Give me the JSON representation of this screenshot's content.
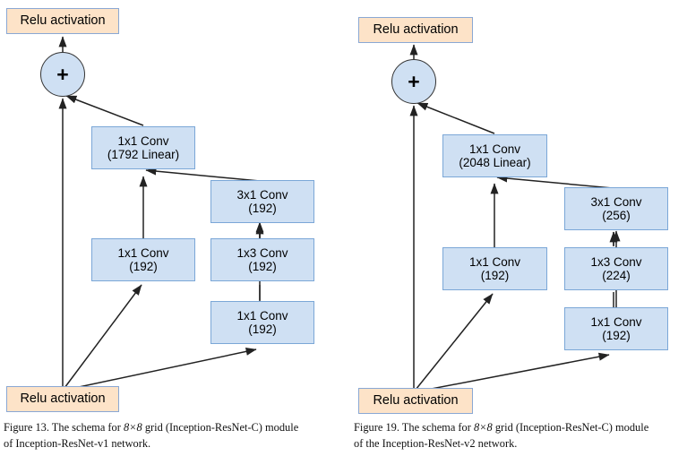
{
  "page": {
    "background": "#ffffff",
    "colors": {
      "conv_fill": "#cfe0f3",
      "conv_border": "#7ba7d7",
      "relu_fill": "#fde3c8",
      "relu_border": "#8aa8d4",
      "arrow": "#222222",
      "text": "#000000"
    }
  },
  "figures": [
    {
      "id": "figure-13",
      "nodes": {
        "relu_top": {
          "label": "Relu activation"
        },
        "sum": {
          "label": "+",
          "name": "residual-sum-circle"
        },
        "proj": {
          "line1": "1x1 Conv",
          "line2": "(1792 Linear)"
        },
        "conv_3x1": {
          "line1": "3x1 Conv",
          "line2": "(192)"
        },
        "conv_1x1_mid": {
          "line1": "1x1 Conv",
          "line2": "(192)"
        },
        "conv_1x3": {
          "line1": "1x3 Conv",
          "line2": "(192)"
        },
        "conv_1x1_bot": {
          "line1": "1x1 Conv",
          "line2": "(192)"
        },
        "relu_bottom": {
          "label": "Relu activation"
        }
      },
      "caption": {
        "line1_a": "Figure 13. The schema for ",
        "line1_b": "8×8",
        "line1_c": " grid (Inception-ResNet-C) module",
        "line2": "of Inception-ResNet-v1 network."
      }
    },
    {
      "id": "figure-19",
      "nodes": {
        "relu_top": {
          "label": "Relu activation"
        },
        "sum": {
          "label": "+",
          "name": "residual-sum-circle"
        },
        "proj": {
          "line1": "1x1 Conv",
          "line2": "(2048 Linear)"
        },
        "conv_3x1": {
          "line1": "3x1 Conv",
          "line2": "(256)"
        },
        "conv_1x1_mid": {
          "line1": "1x1 Conv",
          "line2": "(192)"
        },
        "conv_1x3": {
          "line1": "1x3 Conv",
          "line2": "(224)"
        },
        "conv_1x1_bot": {
          "line1": "1x1 Conv",
          "line2": "(192)"
        },
        "relu_bottom": {
          "label": "Relu activation"
        }
      },
      "caption": {
        "line1_a": "Figure 19. The schema for ",
        "line1_b": "8×8",
        "line1_c": " grid (Inception-ResNet-C) module",
        "line2": "of the Inception-ResNet-v2 network."
      }
    }
  ]
}
